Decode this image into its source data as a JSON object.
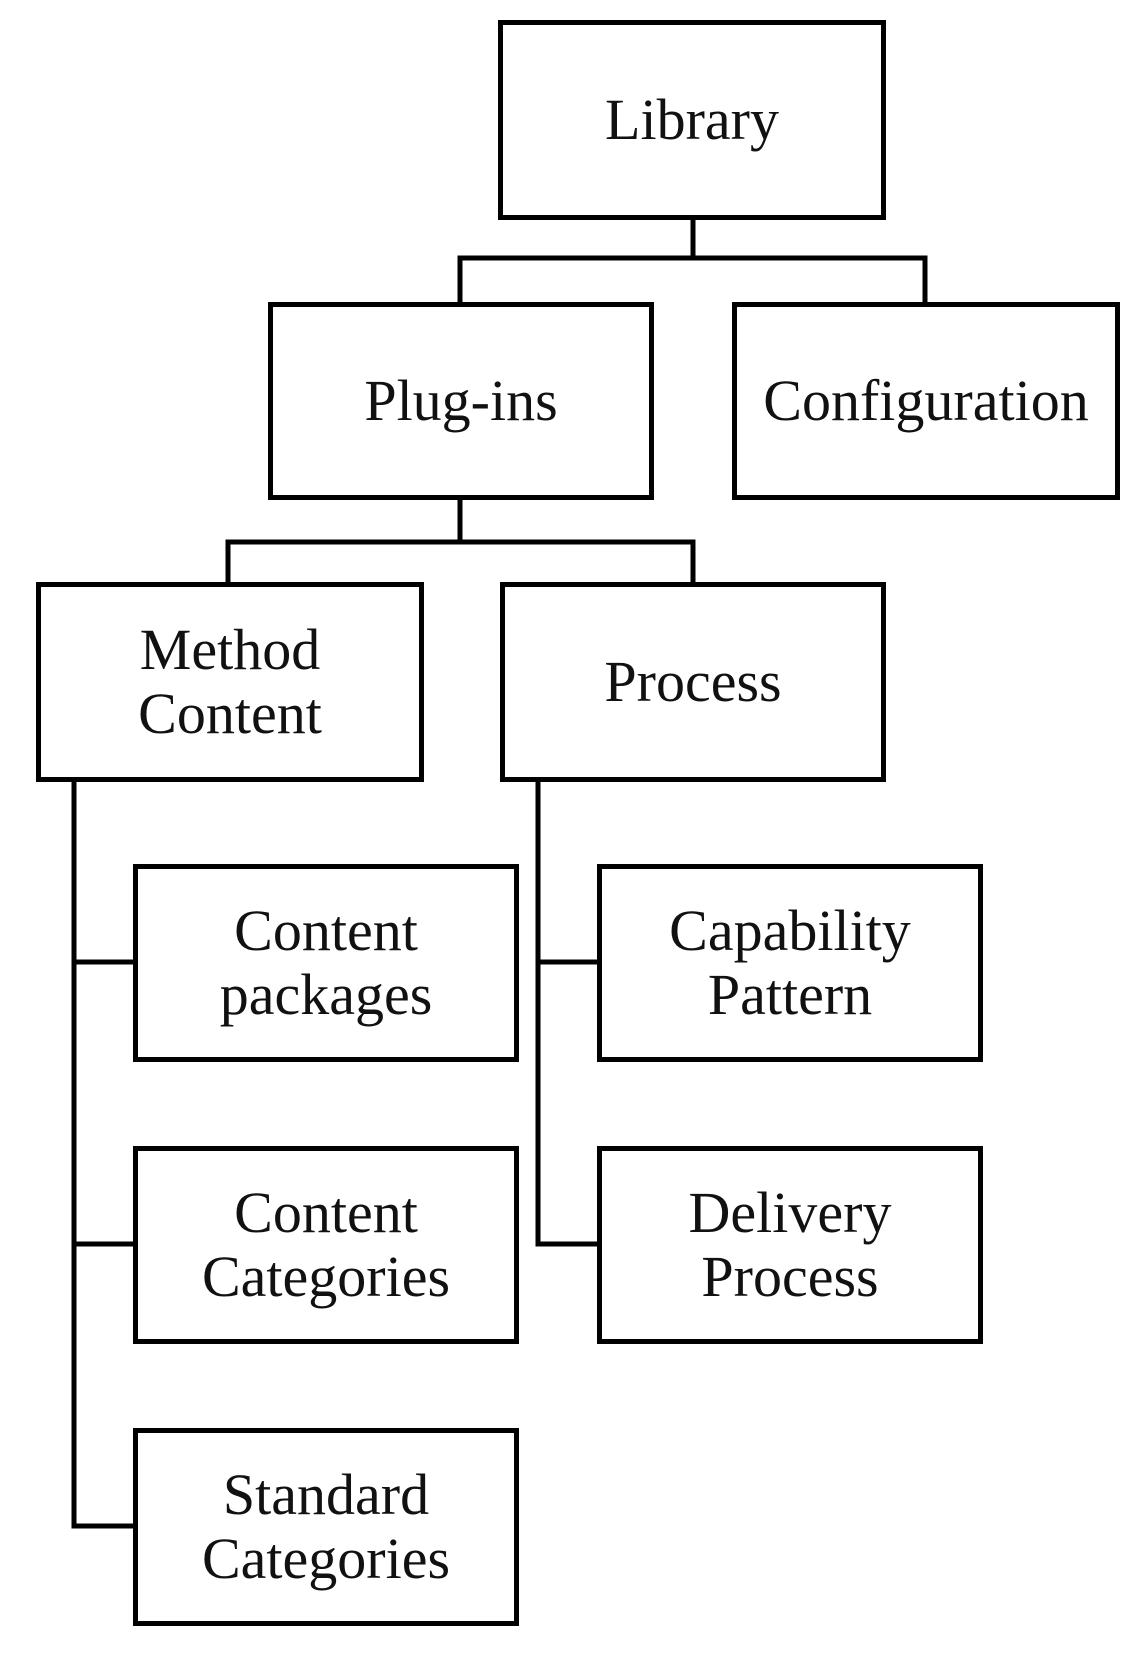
{
  "nodes": {
    "library": "Library",
    "plugins": "Plug-ins",
    "configuration": "Configuration",
    "method_content": "Method\nContent",
    "process": "Process",
    "content_packages": "Content\npackages",
    "content_categories": "Content\nCategories",
    "standard_categories": "Standard\nCategories",
    "capability_pattern": "Capability\nPattern",
    "delivery_process": "Delivery\nProcess"
  },
  "colors": {
    "stroke": "#000000",
    "box_fill": "#ffffff",
    "text": "#111111"
  }
}
